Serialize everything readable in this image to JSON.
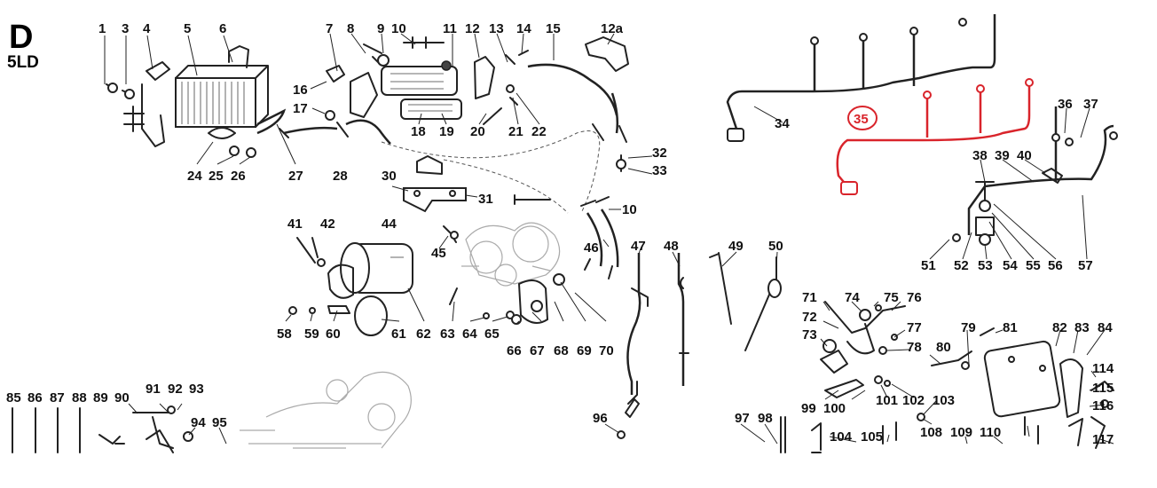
{
  "section": {
    "letter": "D",
    "model": "5LD"
  },
  "highlight_color": "#d9242b",
  "highlighted_part": "35",
  "part_labels": [
    "1",
    "3",
    "4",
    "5",
    "6",
    "7",
    "8",
    "9",
    "10",
    "11",
    "12",
    "13",
    "14",
    "15",
    "12a",
    "16",
    "17",
    "18",
    "19",
    "20",
    "21",
    "22",
    "24",
    "25",
    "26",
    "27",
    "28",
    "30",
    "31",
    "32",
    "33",
    "34",
    "35",
    "36",
    "37",
    "38",
    "39",
    "40",
    "41",
    "42",
    "44",
    "45",
    "10",
    "46",
    "47",
    "48",
    "49",
    "50",
    "51",
    "52",
    "53",
    "54",
    "55",
    "56",
    "57",
    "58",
    "59",
    "60",
    "61",
    "62",
    "63",
    "64",
    "65",
    "66",
    "67",
    "68",
    "69",
    "70",
    "71",
    "72",
    "73",
    "74",
    "75",
    "76",
    "77",
    "78",
    "79",
    "80",
    "81",
    "82",
    "83",
    "84",
    "85",
    "86",
    "87",
    "88",
    "89",
    "90",
    "91",
    "92",
    "93",
    "94",
    "95",
    "96",
    "97",
    "98",
    "99",
    "100",
    "101",
    "102",
    "103",
    "104",
    "105",
    "108",
    "109",
    "110",
    "114",
    "115",
    "116",
    "117"
  ]
}
